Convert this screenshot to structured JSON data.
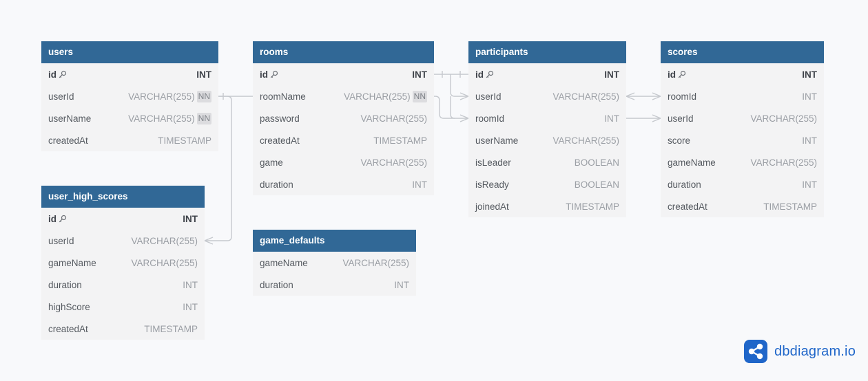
{
  "tables": [
    {
      "name": "users",
      "fields": [
        {
          "name": "id",
          "type": "INT",
          "pk": true
        },
        {
          "name": "userId",
          "type": "VARCHAR(255)",
          "nn": true
        },
        {
          "name": "userName",
          "type": "VARCHAR(255)",
          "nn": true
        },
        {
          "name": "createdAt",
          "type": "TIMESTAMP"
        }
      ]
    },
    {
      "name": "rooms",
      "fields": [
        {
          "name": "id",
          "type": "INT",
          "pk": true
        },
        {
          "name": "roomName",
          "type": "VARCHAR(255)",
          "nn": true
        },
        {
          "name": "password",
          "type": "VARCHAR(255)"
        },
        {
          "name": "createdAt",
          "type": "TIMESTAMP"
        },
        {
          "name": "game",
          "type": "VARCHAR(255)"
        },
        {
          "name": "duration",
          "type": "INT"
        }
      ]
    },
    {
      "name": "participants",
      "fields": [
        {
          "name": "id",
          "type": "INT",
          "pk": true
        },
        {
          "name": "userId",
          "type": "VARCHAR(255)"
        },
        {
          "name": "roomId",
          "type": "INT"
        },
        {
          "name": "userName",
          "type": "VARCHAR(255)"
        },
        {
          "name": "isLeader",
          "type": "BOOLEAN"
        },
        {
          "name": "isReady",
          "type": "BOOLEAN"
        },
        {
          "name": "joinedAt",
          "type": "TIMESTAMP"
        }
      ]
    },
    {
      "name": "scores",
      "fields": [
        {
          "name": "id",
          "type": "INT",
          "pk": true
        },
        {
          "name": "roomId",
          "type": "INT"
        },
        {
          "name": "userId",
          "type": "VARCHAR(255)"
        },
        {
          "name": "score",
          "type": "INT"
        },
        {
          "name": "gameName",
          "type": "VARCHAR(255)"
        },
        {
          "name": "duration",
          "type": "INT"
        },
        {
          "name": "createdAt",
          "type": "TIMESTAMP"
        }
      ]
    },
    {
      "name": "user_high_scores",
      "fields": [
        {
          "name": "id",
          "type": "INT",
          "pk": true
        },
        {
          "name": "userId",
          "type": "VARCHAR(255)"
        },
        {
          "name": "gameName",
          "type": "VARCHAR(255)"
        },
        {
          "name": "duration",
          "type": "INT"
        },
        {
          "name": "highScore",
          "type": "INT"
        },
        {
          "name": "createdAt",
          "type": "TIMESTAMP"
        }
      ]
    },
    {
      "name": "game_defaults",
      "fields": [
        {
          "name": "gameName",
          "type": "VARCHAR(255)"
        },
        {
          "name": "duration",
          "type": "INT"
        }
      ]
    }
  ],
  "nn_label": "NN",
  "relations": [
    {
      "from": "users.userId",
      "to": "user_high_scores.userId",
      "type": "one-to-many"
    },
    {
      "from": "users.userId",
      "to": "rooms.roomName",
      "type": "one-to-one"
    },
    {
      "from": "rooms.id",
      "to": "participants.id",
      "type": "one-to-one"
    },
    {
      "from": "rooms.roomName",
      "to": "participants.userId",
      "type": "many-to-many"
    },
    {
      "from": "rooms.roomName",
      "to": "participants.roomId",
      "type": "many-to-many"
    },
    {
      "from": "participants.userId",
      "to": "scores.roomId",
      "type": "many-to-many"
    },
    {
      "from": "participants.roomId",
      "to": "scores.userId",
      "type": "many-to-many"
    }
  ],
  "colors": {
    "header": "#316896",
    "line": "#c6c9ce",
    "brand": "#1f66c9"
  },
  "brand": {
    "text": "dbdiagram.io",
    "icon": "share-network-icon"
  }
}
